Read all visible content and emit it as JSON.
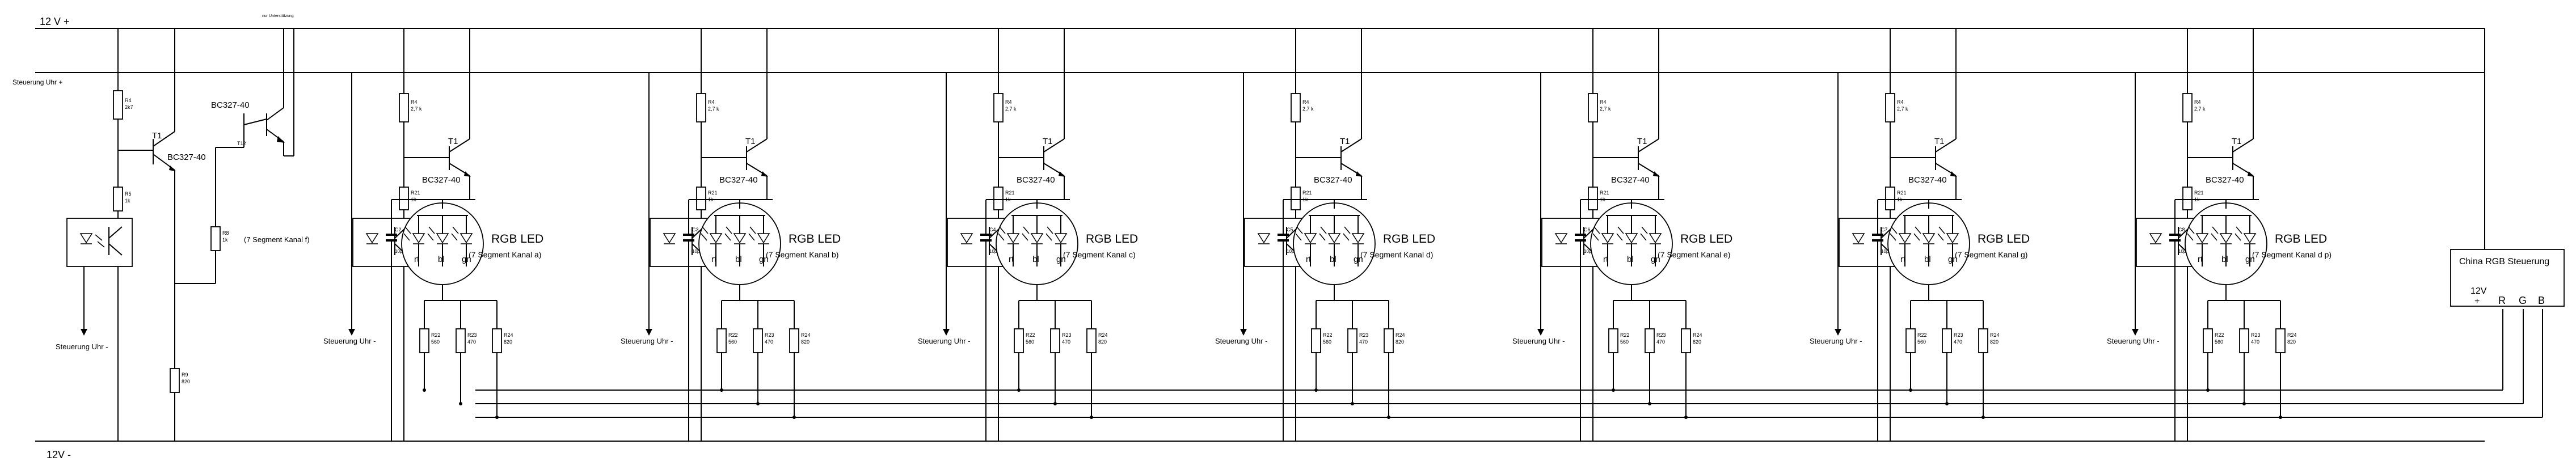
{
  "rails": {
    "plus12": "12 V +",
    "minus12": "12V -",
    "clock_plus": "Steuerung Uhr +"
  },
  "top_note": "nur Unterstützung",
  "master": {
    "r4": {
      "name": "R4",
      "value": "2k7"
    },
    "r5": {
      "name": "R5",
      "value": "1k"
    },
    "t1": {
      "name": "T1",
      "part": "BC327-40"
    },
    "t2": {
      "part": "BC327-40",
      "name": "T12"
    },
    "r8": {
      "name": "R8",
      "value": "1k"
    },
    "r9": {
      "name": "R9",
      "value": "820"
    },
    "clock_minus": "Steuerung Uhr -",
    "channel_f": "(7 Segment Kanal f)"
  },
  "channel_common": {
    "r4": {
      "name": "R4",
      "value": "2,7 k"
    },
    "r21": {
      "name": "R21",
      "value": "1k"
    },
    "t1": {
      "name": "T1",
      "part": "BC327-40"
    },
    "cap_value": "10µ",
    "led_title": "RGB LED",
    "pins": [
      "rt",
      "bl",
      "gn"
    ],
    "r22": {
      "name": "R22",
      "value": "560"
    },
    "r23": {
      "name": "R23",
      "value": "470"
    },
    "r24": {
      "name": "R24",
      "value": "820"
    },
    "clock_minus": "Steuerung Uhr -"
  },
  "channels": [
    {
      "cap": "C2",
      "kanal": "(7 Segment Kanal a)"
    },
    {
      "cap": "C3",
      "kanal": "(7 Segment Kanal b)"
    },
    {
      "cap": "C4",
      "kanal": "(7 Segment Kanal c)"
    },
    {
      "cap": "C5",
      "kanal": "(7 Segment Kanal d)"
    },
    {
      "cap": "C6",
      "kanal": "(7 Segment Kanal e)"
    },
    {
      "cap": "C7",
      "kanal": "(7 Segment Kanal g)"
    },
    {
      "cap": "C8",
      "kanal": "(7 Segment Kanal d p)"
    }
  ],
  "controller": {
    "title": "China RGB Steuerung",
    "supply": "12V",
    "plus": "+",
    "terminals": [
      "R",
      "G",
      "B"
    ]
  }
}
